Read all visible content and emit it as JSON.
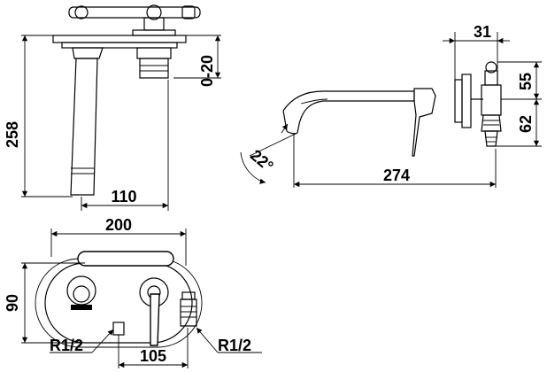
{
  "dimensions": {
    "overall_height": "258",
    "adjust_range": "0-20",
    "spout_offset": "110",
    "plate_width": "200",
    "plate_height": "90",
    "thread_left": "R1/2",
    "thread_right": "R1/2",
    "inlet_spacing": "105",
    "wall_depth": "31",
    "upper_height": "55",
    "lower_height": "62",
    "spout_length": "274",
    "spout_angle": "22°"
  },
  "colors": {
    "line": "#000000",
    "background": "#ffffff"
  }
}
